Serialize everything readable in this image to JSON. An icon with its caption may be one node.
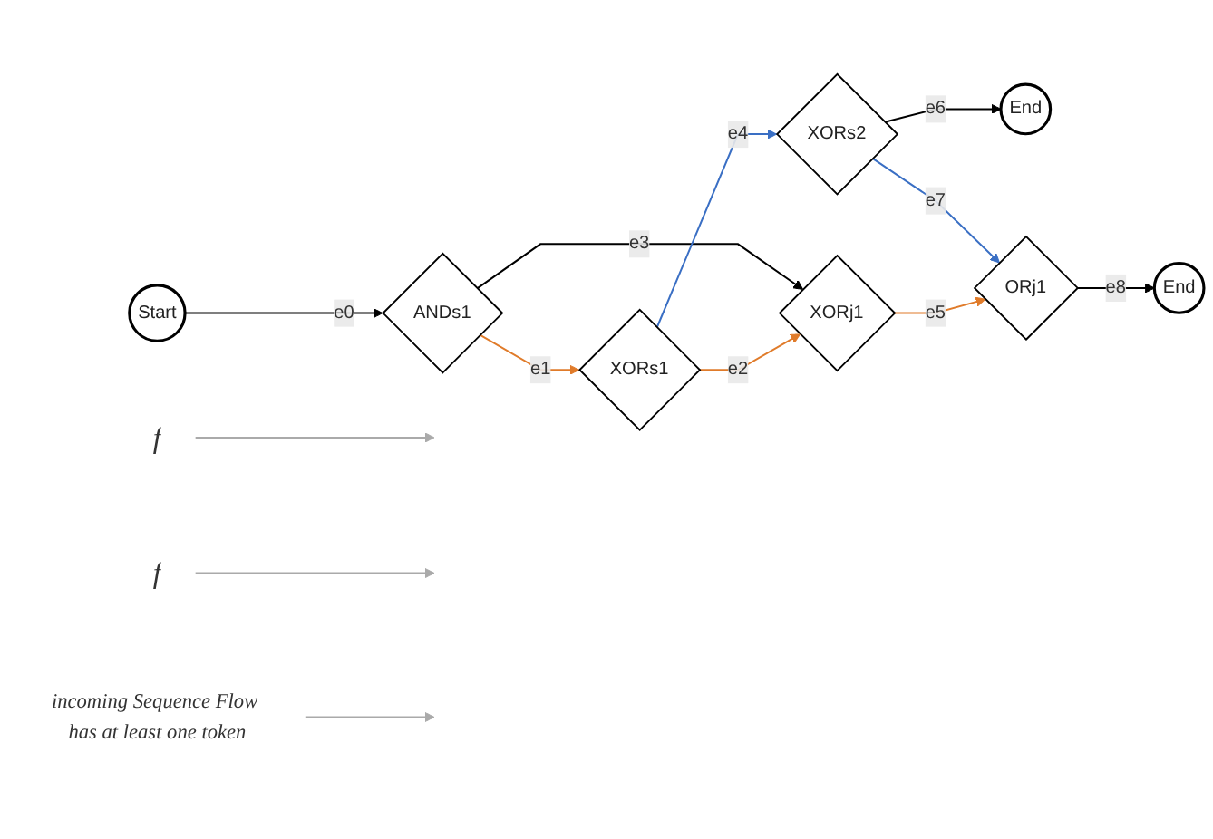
{
  "diagram": {
    "nodes": [
      {
        "text": [
          "f"
        ]
      },
      {
        "text": [
          "f"
        ]
      },
      {
        "text": [
          "Start"
        ]
      },
      {
        "text": [
          "ANDs1"
        ]
      },
      {
        "text": [
          "XORs1"
        ]
      },
      {
        "text": [
          "XORj1"
        ]
      },
      {
        "text": [
          "XORs2"
        ]
      },
      {
        "text": [
          "End"
        ]
      },
      {
        "text": [
          "ORj1"
        ]
      },
      {
        "text": [
          "End"
        ]
      },
      {
        "text": [
          "incoming Sequence Flow has at least one token"
        ]
      }
    ],
    "edges": [
      {
        "from": 2,
        "to": 3,
        "label": "e0",
        "arrow": "to"
      },
      {
        "from": 3,
        "to": 4,
        "label": "e1",
        "arrow": "to",
        "color": "#e07b2a"
      },
      {
        "from": 4,
        "to": 5,
        "label": "e2",
        "arrow": "to",
        "color": "#e07b2a"
      },
      {
        "from": 3,
        "to": 5,
        "label": "e3",
        "arrow": "to"
      },
      {
        "from": 4,
        "to": 6,
        "label": "e4",
        "arrow": "to",
        "color": "#3a6fc4"
      },
      {
        "from": 5,
        "to": 8,
        "label": "e5",
        "arrow": "to",
        "color": "#e07b2a"
      },
      {
        "from": 6,
        "to": 7,
        "label": "e6",
        "arrow": "to"
      },
      {
        "from": 6,
        "to": 8,
        "label": "e7",
        "arrow": "to",
        "color": "#3a6fc4"
      },
      {
        "from": 8,
        "to": 9,
        "label": "e8",
        "arrow": "to"
      },
      {
        "from": 0,
        "to": null,
        "arrow": "to",
        "color": "#aaaaaa"
      },
      {
        "from": 1,
        "to": null,
        "arrow": "to",
        "color": "#aaaaaa"
      },
      {
        "from": 10,
        "to": null,
        "arrow": "to",
        "color": "#aaaaaa"
      }
    ]
  }
}
